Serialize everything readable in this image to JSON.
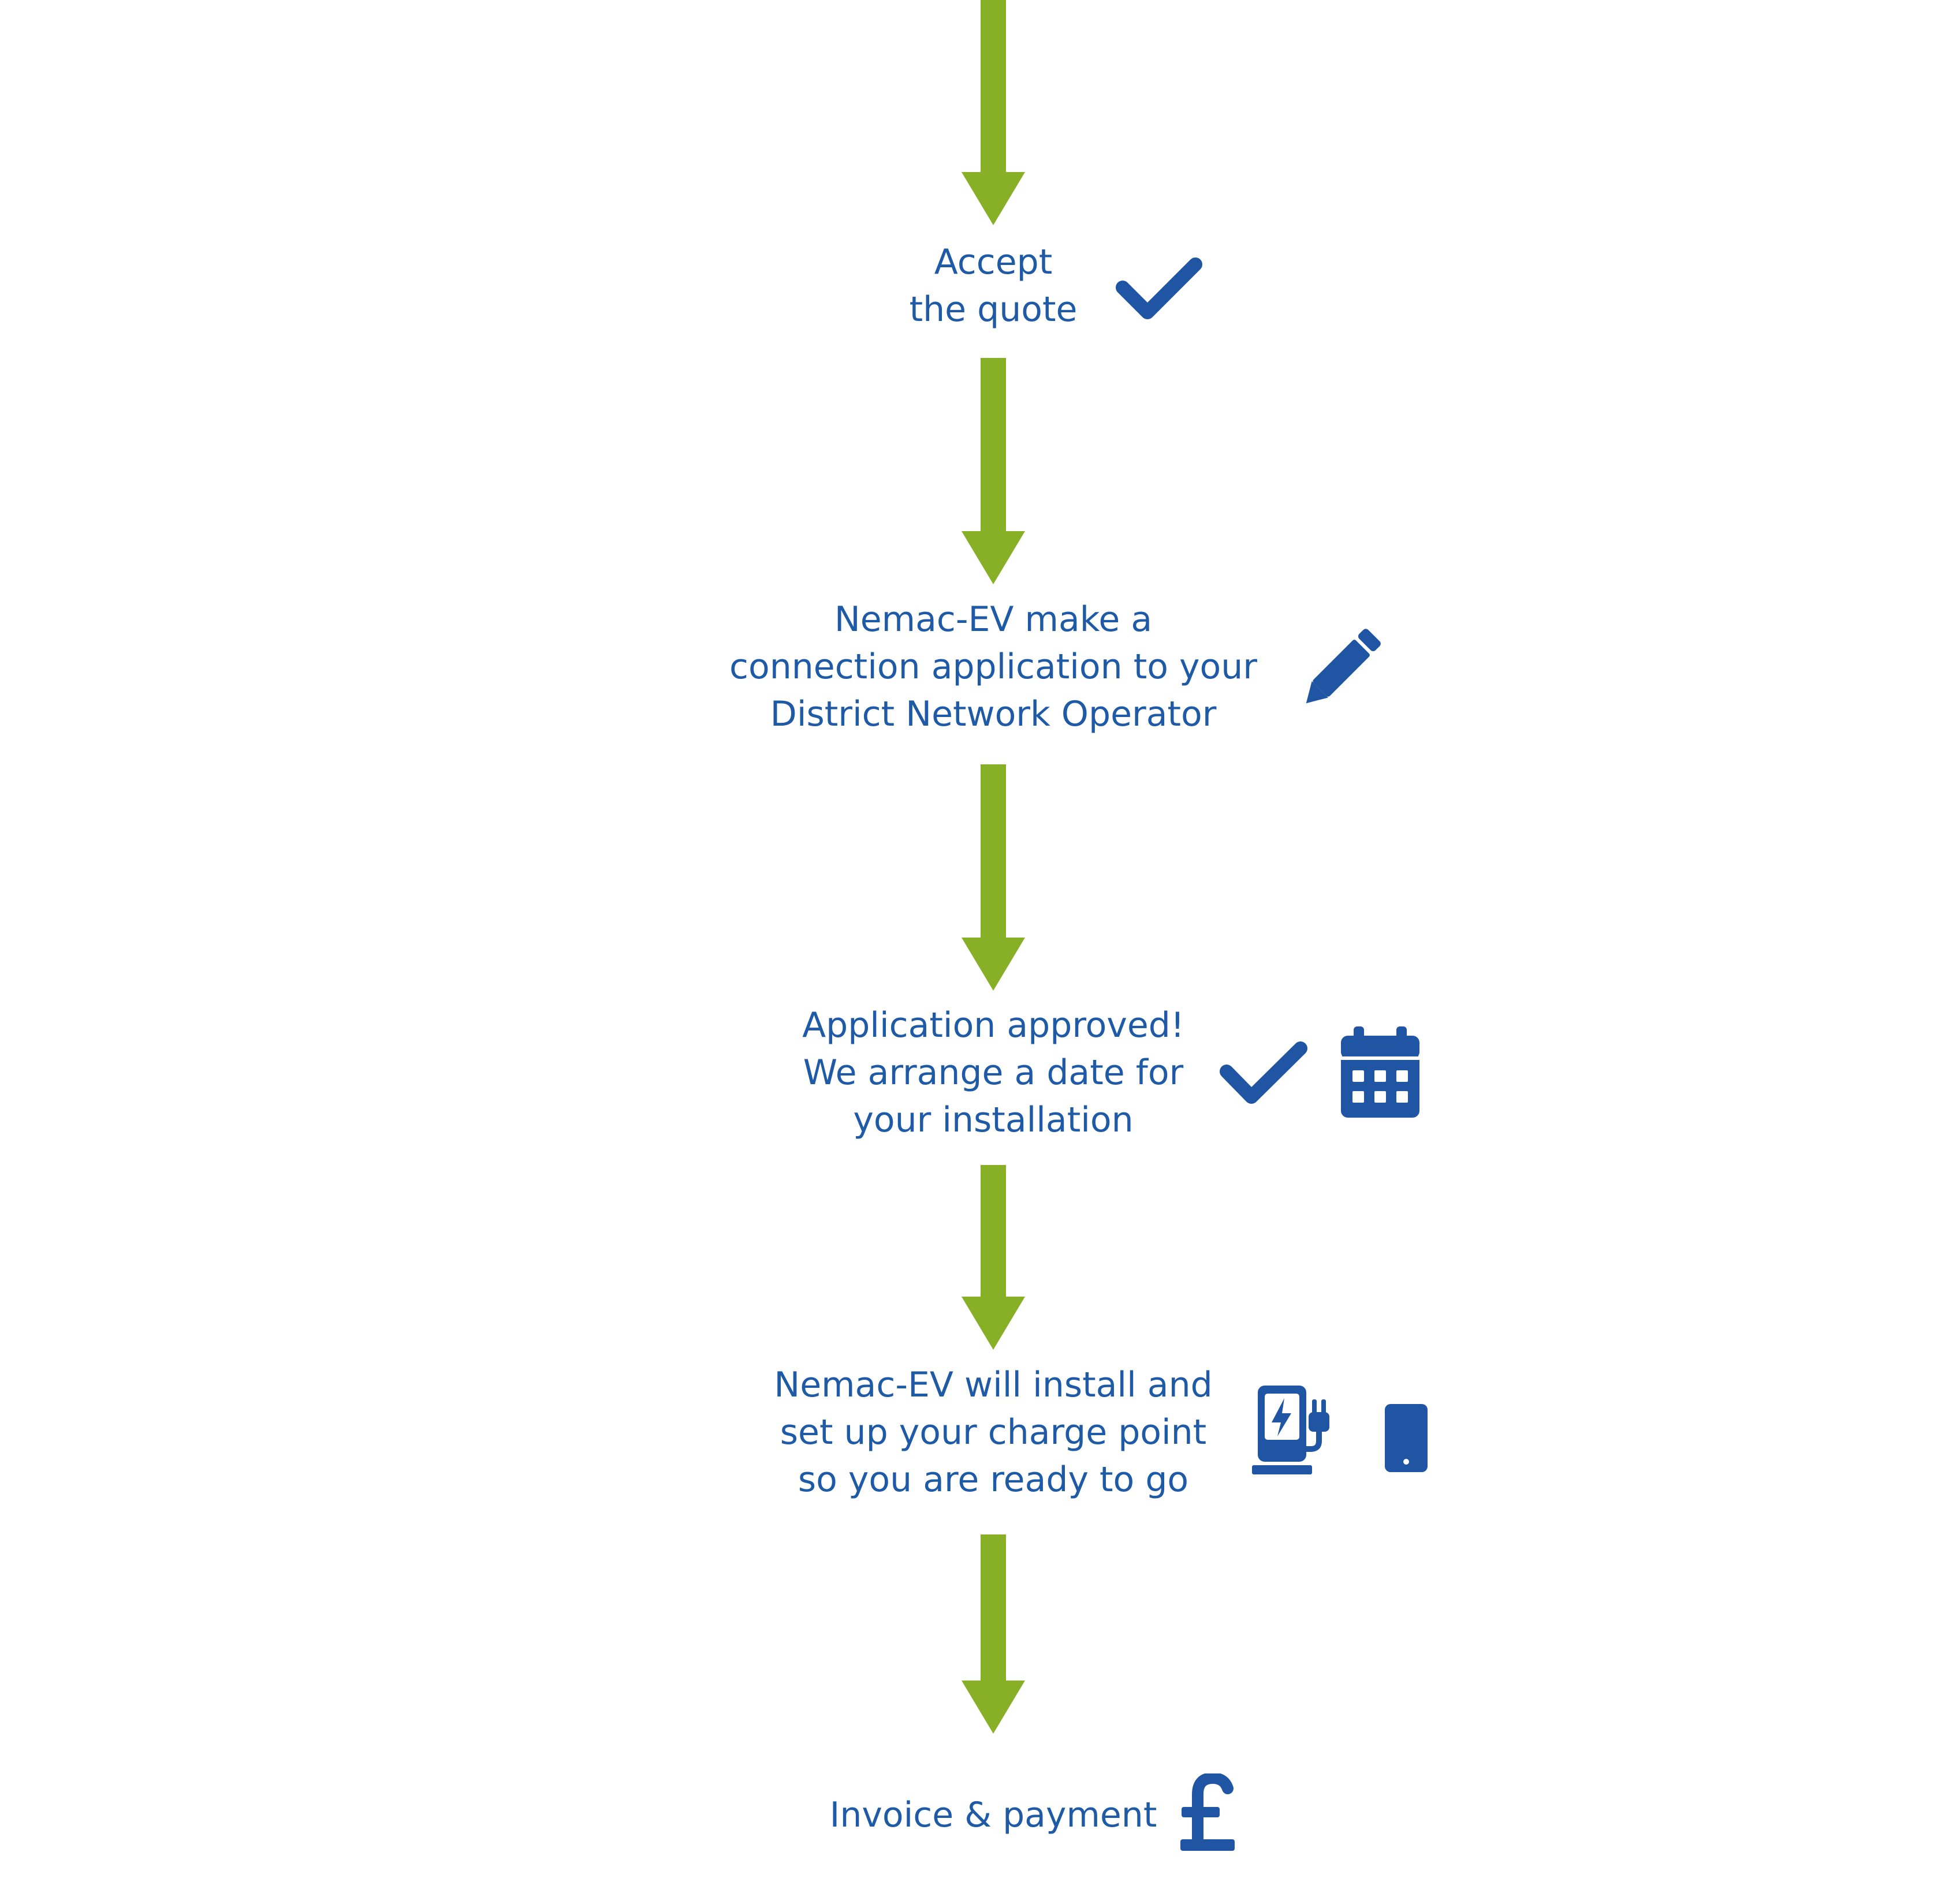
{
  "colors": {
    "arrow": "#88b027",
    "text": "#1f5aa6",
    "icon": "#1f55a3"
  },
  "steps": [
    {
      "lines": [
        "Accept",
        "the quote"
      ],
      "icons": [
        "check-icon"
      ]
    },
    {
      "lines": [
        "Nemac-EV make a",
        "connection application to your",
        "District Network Operator"
      ],
      "icons": [
        "pencil-icon"
      ]
    },
    {
      "lines": [
        "Application approved!",
        "We arrange a date for",
        "your installation"
      ],
      "icons": [
        "check-icon",
        "calendar-icon"
      ]
    },
    {
      "lines": [
        "Nemac-EV will install and",
        "set up your charge point",
        "so you are ready to go"
      ],
      "icons": [
        "ev-charger-icon",
        "mobile-phone-icon"
      ]
    },
    {
      "lines": [
        "Invoice & payment"
      ],
      "icons": [
        "pound-icon"
      ]
    }
  ]
}
